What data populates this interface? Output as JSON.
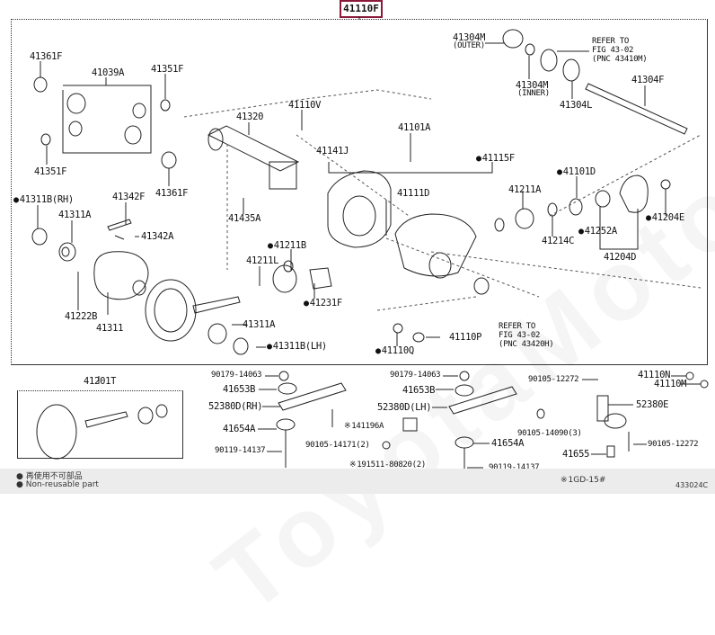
{
  "diagram": {
    "assembly_number": "41110F",
    "watermark": "ToyotaMotorMiner.ru",
    "labels": {
      "p41361F_top": "41361F",
      "p41039A": "41039A",
      "p41351F_top": "41351F",
      "p41351F_bottom": "41351F",
      "p41361F_mid": "41361F",
      "p41342F": "41342F",
      "p41342A": "41342A",
      "p41311B_RH": "41311B(RH)",
      "p41311A_left": "41311A",
      "p41222B": "41222B",
      "p41311": "41311",
      "p41320": "41320",
      "p41110V": "41110V",
      "p41435A": "41435A",
      "p41141J": "41141J",
      "p41101A": "41101A",
      "p41111D": "41111D",
      "p41115F": "41115F",
      "p41211B": "41211B",
      "p41211L": "41211L",
      "p41231F": "41231F",
      "p41311A_mid": "41311A",
      "p41311B_LH": "41311B(LH)",
      "p41110Q": "41110Q",
      "p41110P": "41110P",
      "p41304M_outer": "41304M",
      "outer_note": "(OUTER)",
      "p41304M_inner": "41304M",
      "inner_note": "(INNER)",
      "p41304L": "41304L",
      "p41304F": "41304F",
      "refer_top_1": "REFER TO",
      "refer_top_2": "FIG 43-02",
      "refer_top_3": "(PNC 43410M)",
      "refer_mid_1": "REFER TO",
      "refer_mid_2": "FIG 43-02",
      "refer_mid_3": "(PNC 43420H)",
      "p41211A": "41211A",
      "p41214C": "41214C",
      "p41101D": "41101D",
      "p41252A": "41252A",
      "p41204D": "41204D",
      "p41204E": "41204E",
      "p41201T": "41201T",
      "p90179_14063_l": "90179-14063",
      "p41653B_l": "41653B",
      "p52380D_RH": "52380D(RH)",
      "p41654A_l": "41654A",
      "p90119_14137_l": "90119-14137",
      "p90105_14171": "90105-14171(2)",
      "p141196A": "141196A",
      "p191511_80820": "191511-80820(2)",
      "p90179_14063_r": "90179-14063",
      "p41653B_r": "41653B",
      "p52380D_LH": "52380D(LH)",
      "p41654A_r": "41654A",
      "p90119_14137_r": "90119-14137",
      "p90105_12272_a": "90105-12272",
      "p90105_14090": "90105-14090(3)",
      "p41110N": "41110N",
      "p41110M": "41110M",
      "p52380E": "52380E",
      "p41655": "41655",
      "p90105_12272_b": "90105-12272"
    }
  },
  "footer": {
    "legend_jp": "再使用不可部品",
    "legend_en": "Non-reusable part",
    "model_note": "1GD-15#",
    "figure_code": "433024C"
  }
}
